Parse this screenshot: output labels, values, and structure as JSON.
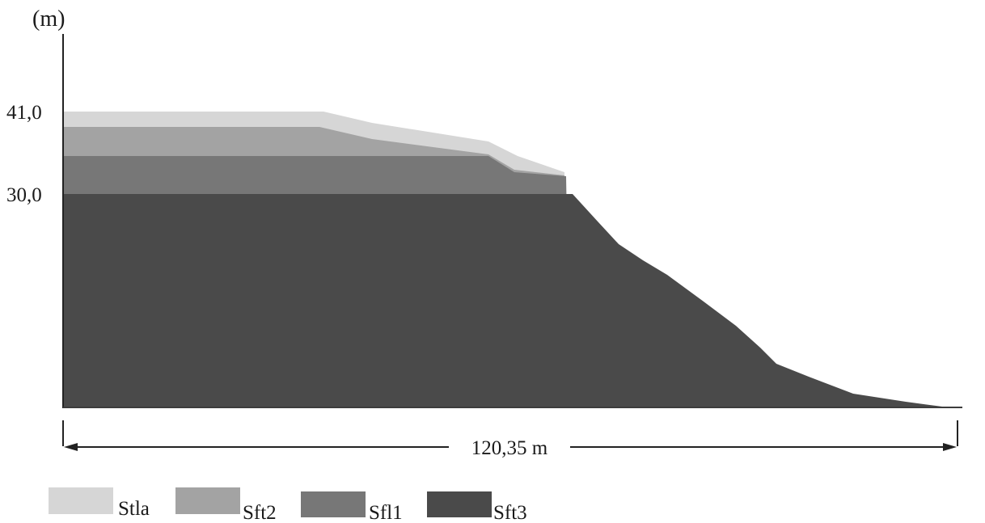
{
  "figure": {
    "y_axis_unit": "(m)",
    "y_ticks": [
      "41,0",
      "30,0"
    ],
    "dimension_label": "120,35 m"
  },
  "layers": [
    {
      "key": "stla",
      "label": "Stla",
      "color": "#d6d6d6"
    },
    {
      "key": "sft2",
      "label": "Sft2",
      "color": "#a3a3a3"
    },
    {
      "key": "sfl1",
      "label": "Sfl1",
      "color": "#777777"
    },
    {
      "key": "sft3",
      "label": "Sft3",
      "color": "#4a4a4a"
    }
  ]
}
